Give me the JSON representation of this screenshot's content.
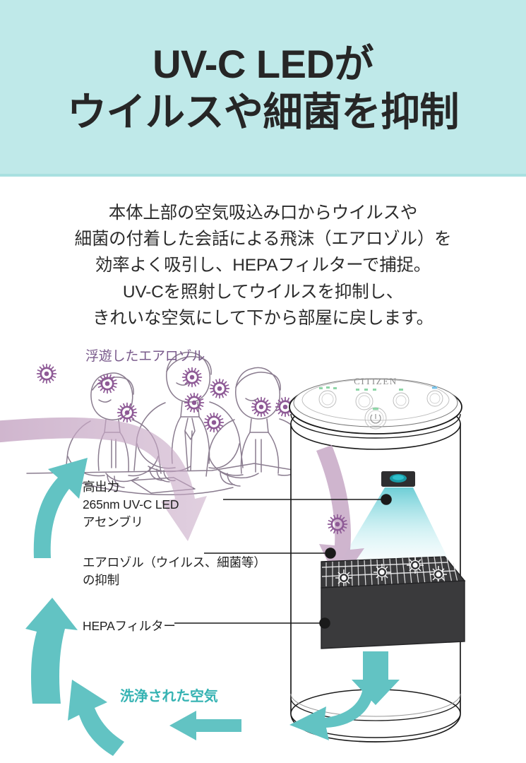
{
  "header": {
    "title_line1": "UV-C LEDが",
    "title_line2": "ウイルスや細菌を抑制",
    "bg_color": "#bfe9e9",
    "rule_color": "#a9e0e0",
    "text_color": "#262626"
  },
  "lede": {
    "line1": "本体上部の空気吸込み口からウイルスや",
    "line2": "細菌の付着した会話による飛沫（エアロゾル）を",
    "line3": "効率よく吸引し、HEPAフィルターで捕捉。",
    "line4": "UV-Cを照射してウイルスを抑制し、",
    "line5": "きれいな空気にして下から部屋に戻します。"
  },
  "labels": {
    "aerosol_floating": "浮遊したエアロゾル",
    "led_line1": "高出力",
    "led_line2": "265nm UV-C LED",
    "led_line3": "アセンブリ",
    "aerosol_line1": "エアロゾル（ウイルス、細菌等）",
    "aerosol_line2": "の抑制",
    "hepa": "HEPAフィルター",
    "clean_air": "洗浄された空気"
  },
  "device": {
    "brand": "CITIZEN",
    "panel_buttons": [
      {
        "name": "mode"
      },
      {
        "name": "fan-speed"
      },
      {
        "name": "light"
      },
      {
        "name": "timer"
      }
    ],
    "power_button": "power",
    "body_color": "#ffffff",
    "outline_color": "#1a1a1a"
  },
  "colors": {
    "teal_arrow": "#62c3c3",
    "teal_text": "#36b3b3",
    "purple_arrow": "#c7a8c5",
    "virus": "#8e5a96",
    "person_line": "#8a7c8f",
    "filter_dark": "#3a3a3c",
    "uv_cone_top": "#2fb9c4",
    "uv_cone_bottom": "#e8f7f9"
  }
}
